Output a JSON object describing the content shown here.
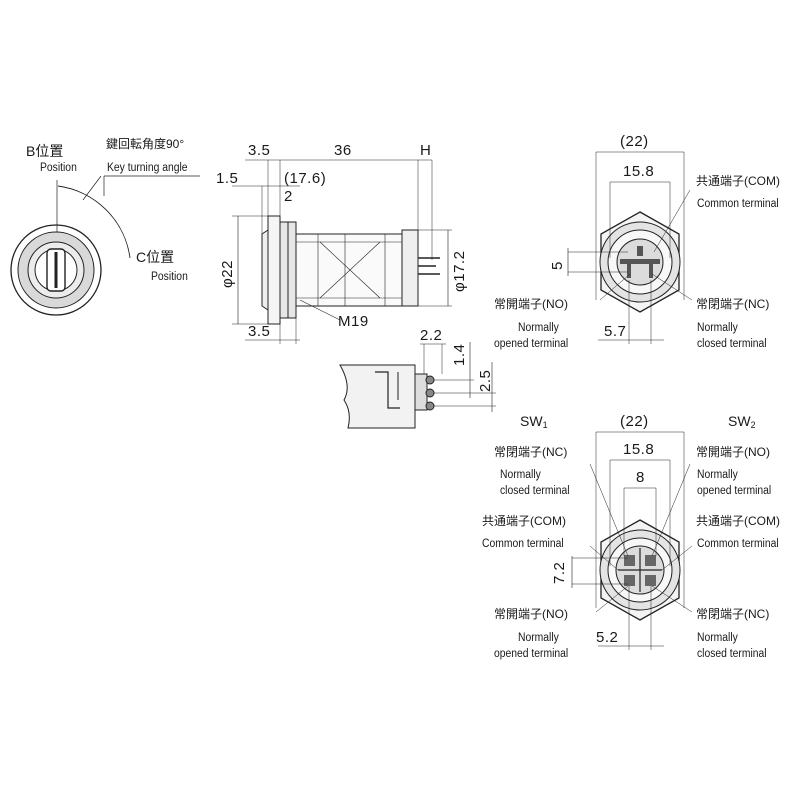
{
  "key_view": {
    "b_position_jp": "B位置",
    "b_position_en": "Position",
    "turning_angle_jp": "鍵回転角度90°",
    "turning_angle_en": "Key turning angle",
    "c_position_jp": "C位置",
    "c_position_en": "Position"
  },
  "side_view": {
    "dim_3_5_top": "3.5",
    "dim_36": "36",
    "dim_h": "H",
    "dim_1_5": "1.5",
    "dim_17_6": "(17.6)",
    "dim_2": "2",
    "dim_phi22": "φ22",
    "dim_phi17_2": "φ17.2",
    "dim_3_5_bottom": "3.5",
    "thread": "M19"
  },
  "terminal_detail": {
    "dim_2_2": "2.2",
    "dim_1_4": "1.4",
    "dim_2_5": "2.5"
  },
  "rear_view_single": {
    "dim_22": "(22)",
    "dim_15_8": "15.8",
    "dim_5": "5",
    "dim_5_7": "5.7",
    "com_jp": "共通端子(COM)",
    "com_en": "Common terminal",
    "no_jp": "常開端子(NO)",
    "no_en_1": "Normally",
    "no_en_2": "opened terminal",
    "nc_jp": "常閉端子(NC)",
    "nc_en_1": "Normally",
    "nc_en_2": "closed terminal"
  },
  "rear_view_double": {
    "sw1": "SW",
    "sw1_sub": "1",
    "sw2": "SW",
    "sw2_sub": "2",
    "dim_22": "(22)",
    "dim_15_8": "15.8",
    "dim_8": "8",
    "dim_7_2": "7.2",
    "dim_5_2": "5.2",
    "left_nc_jp": "常閉端子(NC)",
    "left_nc_en_1": "Normally",
    "left_nc_en_2": "closed terminal",
    "left_com_jp": "共通端子(COM)",
    "left_com_en": "Common terminal",
    "left_no_jp": "常開端子(NO)",
    "left_no_en_1": "Normally",
    "left_no_en_2": "opened terminal",
    "right_no_jp": "常開端子(NO)",
    "right_no_en_1": "Normally",
    "right_no_en_2": "opened terminal",
    "right_com_jp": "共通端子(COM)",
    "right_com_en": "Common terminal",
    "right_nc_jp": "常閉端子(NC)",
    "right_nc_en_1": "Normally",
    "right_nc_en_2": "closed terminal"
  }
}
